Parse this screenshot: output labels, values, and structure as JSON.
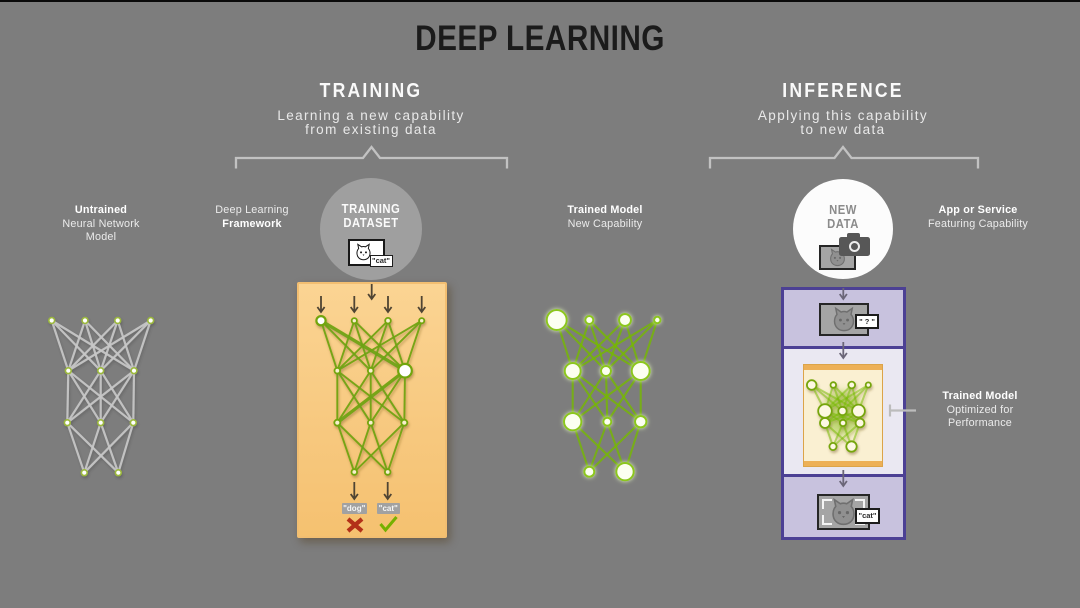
{
  "title": "DEEP LEARNING",
  "training": {
    "heading": "TRAINING",
    "subtitle_line1": "Learning a new capability",
    "subtitle_line2": "from existing data",
    "dataset_label_line1": "TRAINING",
    "dataset_label_line2": "DATASET",
    "dataset_icon_tag": "\"cat\"",
    "output_wrong": "\"dog\"",
    "output_right": "\"cat\""
  },
  "inference": {
    "heading": "INFERENCE",
    "subtitle_line1": "Applying this capability",
    "subtitle_line2": "to new data",
    "newdata_label_line1": "NEW",
    "newdata_label_line2": "DATA",
    "box1_tag": "\" ? \"",
    "box3_tag": "\"cat\""
  },
  "labels": {
    "untrained_line1": "Untrained",
    "untrained_line2": "Neural Network",
    "untrained_line3": "Model",
    "framework_line1": "Deep Learning",
    "framework_line2": "Framework",
    "trained_line1": "Trained Model",
    "trained_line2": "New Capability",
    "app_line1": "App or Service",
    "app_line2": "Featuring Capability",
    "optimized_line1": "Trained Model",
    "optimized_line2": "Optimized for",
    "optimized_line3": "Performance"
  },
  "icons": {
    "cat_image": "cat-photo-icon",
    "camera": "camera-icon",
    "wrong": "cross-icon",
    "right": "check-icon"
  },
  "colors": {
    "background": "#7d7d7d",
    "nvidia_green": "#76b900",
    "orange_box": "#f9cb85",
    "purple_border": "#4c4094",
    "wrong_red": "#b33018"
  }
}
